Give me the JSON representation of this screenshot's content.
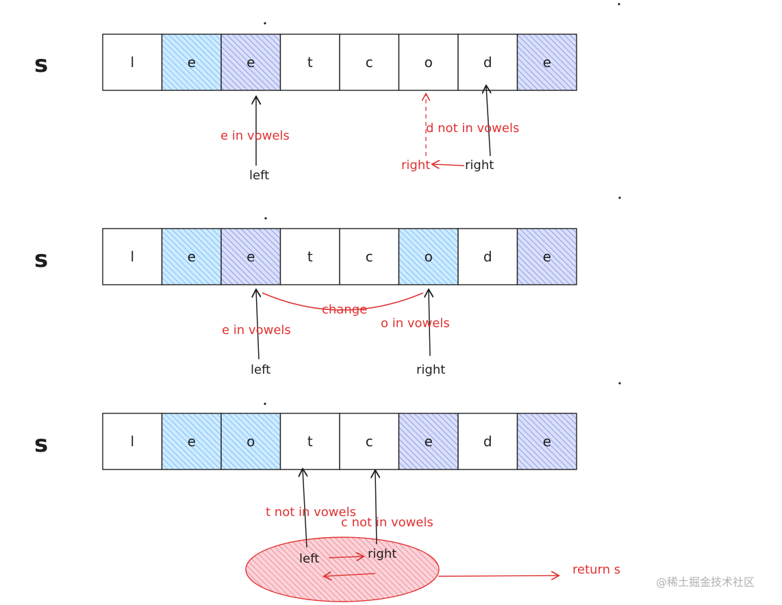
{
  "colors": {
    "vowel_blue": "#a5d8ff",
    "vowel_purple": "#b7c0ee",
    "annotation_red": "#e03131",
    "ink": "#1e1e1e",
    "ellipse_fill": "#f4a7b0"
  },
  "string_label": "s",
  "rows": [
    {
      "cells": [
        {
          "ch": "l",
          "fill": "none"
        },
        {
          "ch": "e",
          "fill": "blue"
        },
        {
          "ch": "e",
          "fill": "purple"
        },
        {
          "ch": "t",
          "fill": "none"
        },
        {
          "ch": "c",
          "fill": "none"
        },
        {
          "ch": "o",
          "fill": "none"
        },
        {
          "ch": "d",
          "fill": "none"
        },
        {
          "ch": "e",
          "fill": "purple"
        }
      ],
      "annotations": {
        "left_note": "e in vowels",
        "left_pointer": "left",
        "right_note": "d not in vowels",
        "right_pointer_old": "right",
        "right_pointer_new": "right"
      }
    },
    {
      "cells": [
        {
          "ch": "l",
          "fill": "none"
        },
        {
          "ch": "e",
          "fill": "blue"
        },
        {
          "ch": "e",
          "fill": "purple"
        },
        {
          "ch": "t",
          "fill": "none"
        },
        {
          "ch": "c",
          "fill": "none"
        },
        {
          "ch": "o",
          "fill": "blue"
        },
        {
          "ch": "d",
          "fill": "none"
        },
        {
          "ch": "e",
          "fill": "purple"
        }
      ],
      "annotations": {
        "left_note": "e in vowels",
        "swap_label": "change",
        "right_note": "o in vowels",
        "left_pointer": "left",
        "right_pointer": "right"
      }
    },
    {
      "cells": [
        {
          "ch": "l",
          "fill": "none"
        },
        {
          "ch": "e",
          "fill": "blue"
        },
        {
          "ch": "o",
          "fill": "blue"
        },
        {
          "ch": "t",
          "fill": "none"
        },
        {
          "ch": "c",
          "fill": "none"
        },
        {
          "ch": "e",
          "fill": "purple"
        },
        {
          "ch": "d",
          "fill": "none"
        },
        {
          "ch": "e",
          "fill": "purple"
        }
      ],
      "annotations": {
        "left_note": "t not in vowels",
        "right_note": "c not in vowels",
        "left_pointer": "left",
        "right_pointer": "right",
        "result": "return s"
      }
    }
  ],
  "watermark": "@稀土掘金技术社区"
}
